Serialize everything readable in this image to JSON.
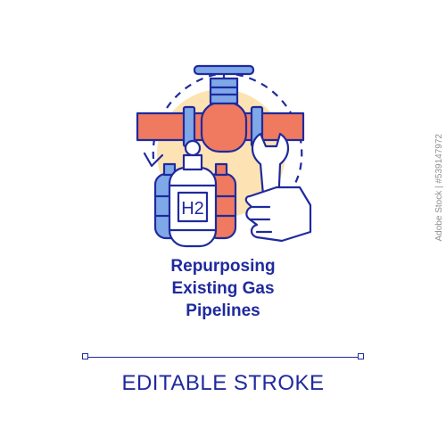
{
  "colors": {
    "outline": "#1f2a9e",
    "pipe": "#ef7a5f",
    "accent_blue": "#7fa8e8",
    "glow": "#fde3b3",
    "background": "#ffffff"
  },
  "illustration": {
    "icons": [
      "pipeline-valve-icon",
      "hydrogen-tanks-icon",
      "wrench-hand-icon",
      "cycle-arrow-icon"
    ],
    "tank_label": "H2"
  },
  "caption": {
    "line1": "Repurposing",
    "line2": "Existing Gas",
    "line3": "Pipelines"
  },
  "footer": {
    "label": "EDITABLE STROKE"
  },
  "watermark": {
    "text": "Adobe Stock | #539147972"
  }
}
